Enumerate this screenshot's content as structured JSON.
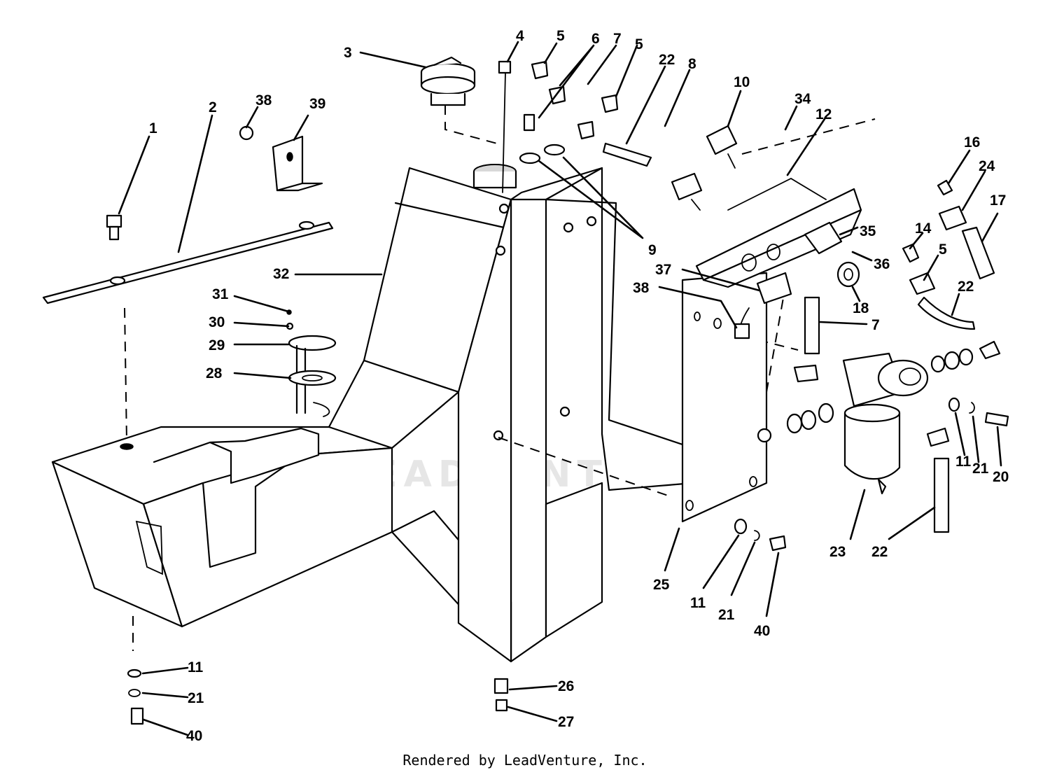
{
  "watermark": "LEADVENTURE",
  "footer": "Rendered by LeadVenture, Inc.",
  "callouts": [
    {
      "id": "c1",
      "text": "1"
    },
    {
      "id": "c2",
      "text": "2"
    },
    {
      "id": "c3",
      "text": "3"
    },
    {
      "id": "c4",
      "text": "4"
    },
    {
      "id": "c5a",
      "text": "5"
    },
    {
      "id": "c6",
      "text": "6"
    },
    {
      "id": "c7a",
      "text": "7"
    },
    {
      "id": "c5b",
      "text": "5"
    },
    {
      "id": "c22a",
      "text": "22"
    },
    {
      "id": "c8",
      "text": "8"
    },
    {
      "id": "c38a",
      "text": "38"
    },
    {
      "id": "c39",
      "text": "39"
    },
    {
      "id": "c10",
      "text": "10"
    },
    {
      "id": "c34",
      "text": "34"
    },
    {
      "id": "c12",
      "text": "12"
    },
    {
      "id": "c16",
      "text": "16"
    },
    {
      "id": "c24",
      "text": "24"
    },
    {
      "id": "c17",
      "text": "17"
    },
    {
      "id": "c14",
      "text": "14"
    },
    {
      "id": "c5c",
      "text": "5"
    },
    {
      "id": "c35",
      "text": "35"
    },
    {
      "id": "c36",
      "text": "36"
    },
    {
      "id": "c9",
      "text": "9"
    },
    {
      "id": "c32",
      "text": "32"
    },
    {
      "id": "c37",
      "text": "37"
    },
    {
      "id": "c38b",
      "text": "38"
    },
    {
      "id": "c18",
      "text": "18"
    },
    {
      "id": "c22b",
      "text": "22"
    },
    {
      "id": "c7b",
      "text": "7"
    },
    {
      "id": "c31",
      "text": "31"
    },
    {
      "id": "c30",
      "text": "30"
    },
    {
      "id": "c29",
      "text": "29"
    },
    {
      "id": "c28",
      "text": "28"
    },
    {
      "id": "c11a",
      "text": "11"
    },
    {
      "id": "c21a",
      "text": "21"
    },
    {
      "id": "c20",
      "text": "20"
    },
    {
      "id": "c23",
      "text": "23"
    },
    {
      "id": "c22c",
      "text": "22"
    },
    {
      "id": "c25",
      "text": "25"
    },
    {
      "id": "c11b",
      "text": "11"
    },
    {
      "id": "c21b",
      "text": "21"
    },
    {
      "id": "c40a",
      "text": "40"
    },
    {
      "id": "c11c",
      "text": "11"
    },
    {
      "id": "c21c",
      "text": "21"
    },
    {
      "id": "c40b",
      "text": "40"
    },
    {
      "id": "c26",
      "text": "26"
    },
    {
      "id": "c27",
      "text": "27"
    }
  ]
}
